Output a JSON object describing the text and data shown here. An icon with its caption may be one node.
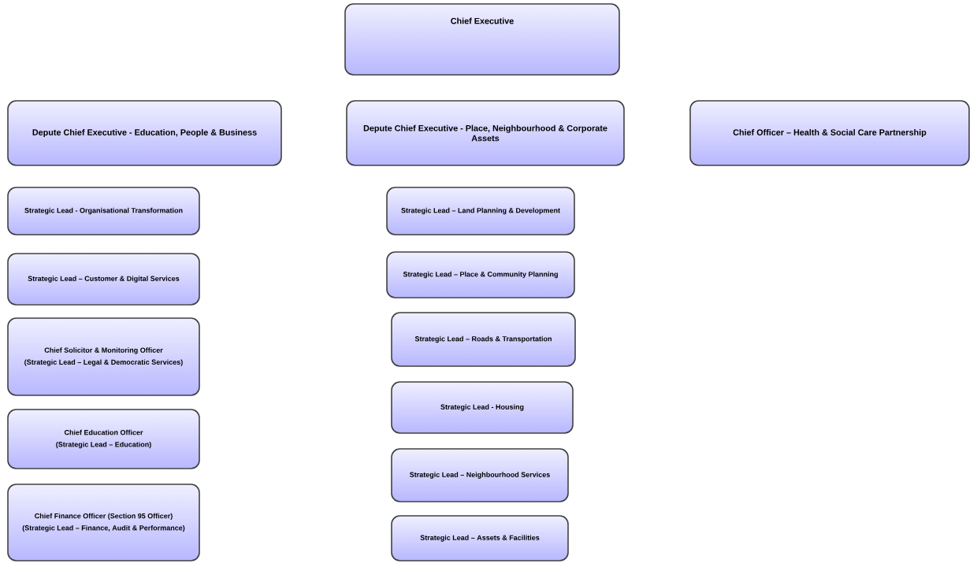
{
  "diagram": {
    "nodes": [
      {
        "text": [
          "Chief Executive"
        ]
      },
      {
        "text": [
          "Depute Chief Executive - Education, People & Business"
        ]
      },
      {
        "text": [
          "Depute Chief Executive - Place, Neighbourhood & Corporate Assets"
        ]
      },
      {
        "text": [
          "Chief Officer – Health & Social Care Partnership"
        ]
      },
      {
        "text": [
          "Strategic Lead - Organisational Transformation"
        ]
      },
      {
        "text": [
          "Strategic Lead – Customer & Digital Services"
        ]
      },
      {
        "text": [
          "Chief Solicitor & Monitoring Officer",
          "(Strategic Lead – Legal & Democratic Services)"
        ]
      },
      {
        "text": [
          "Chief Education Officer",
          "(Strategic Lead – Education)"
        ]
      },
      {
        "text": [
          "Chief Finance Officer (Section 95 Officer)",
          "(Strategic Lead – Finance, Audit & Performance)"
        ]
      },
      {
        "text": [
          "Strategic Lead – Land Planning & Development"
        ]
      },
      {
        "text": [
          "Strategic Lead – Place & Community Planning"
        ]
      },
      {
        "text": [
          "Strategic Lead – Roads & Transportation"
        ]
      },
      {
        "text": [
          "Strategic Lead - Housing"
        ]
      },
      {
        "text": [
          "Strategic Lead – Neighbourhood Services"
        ]
      },
      {
        "text": [
          "Strategic Lead – Assets & Facilities"
        ]
      }
    ]
  }
}
